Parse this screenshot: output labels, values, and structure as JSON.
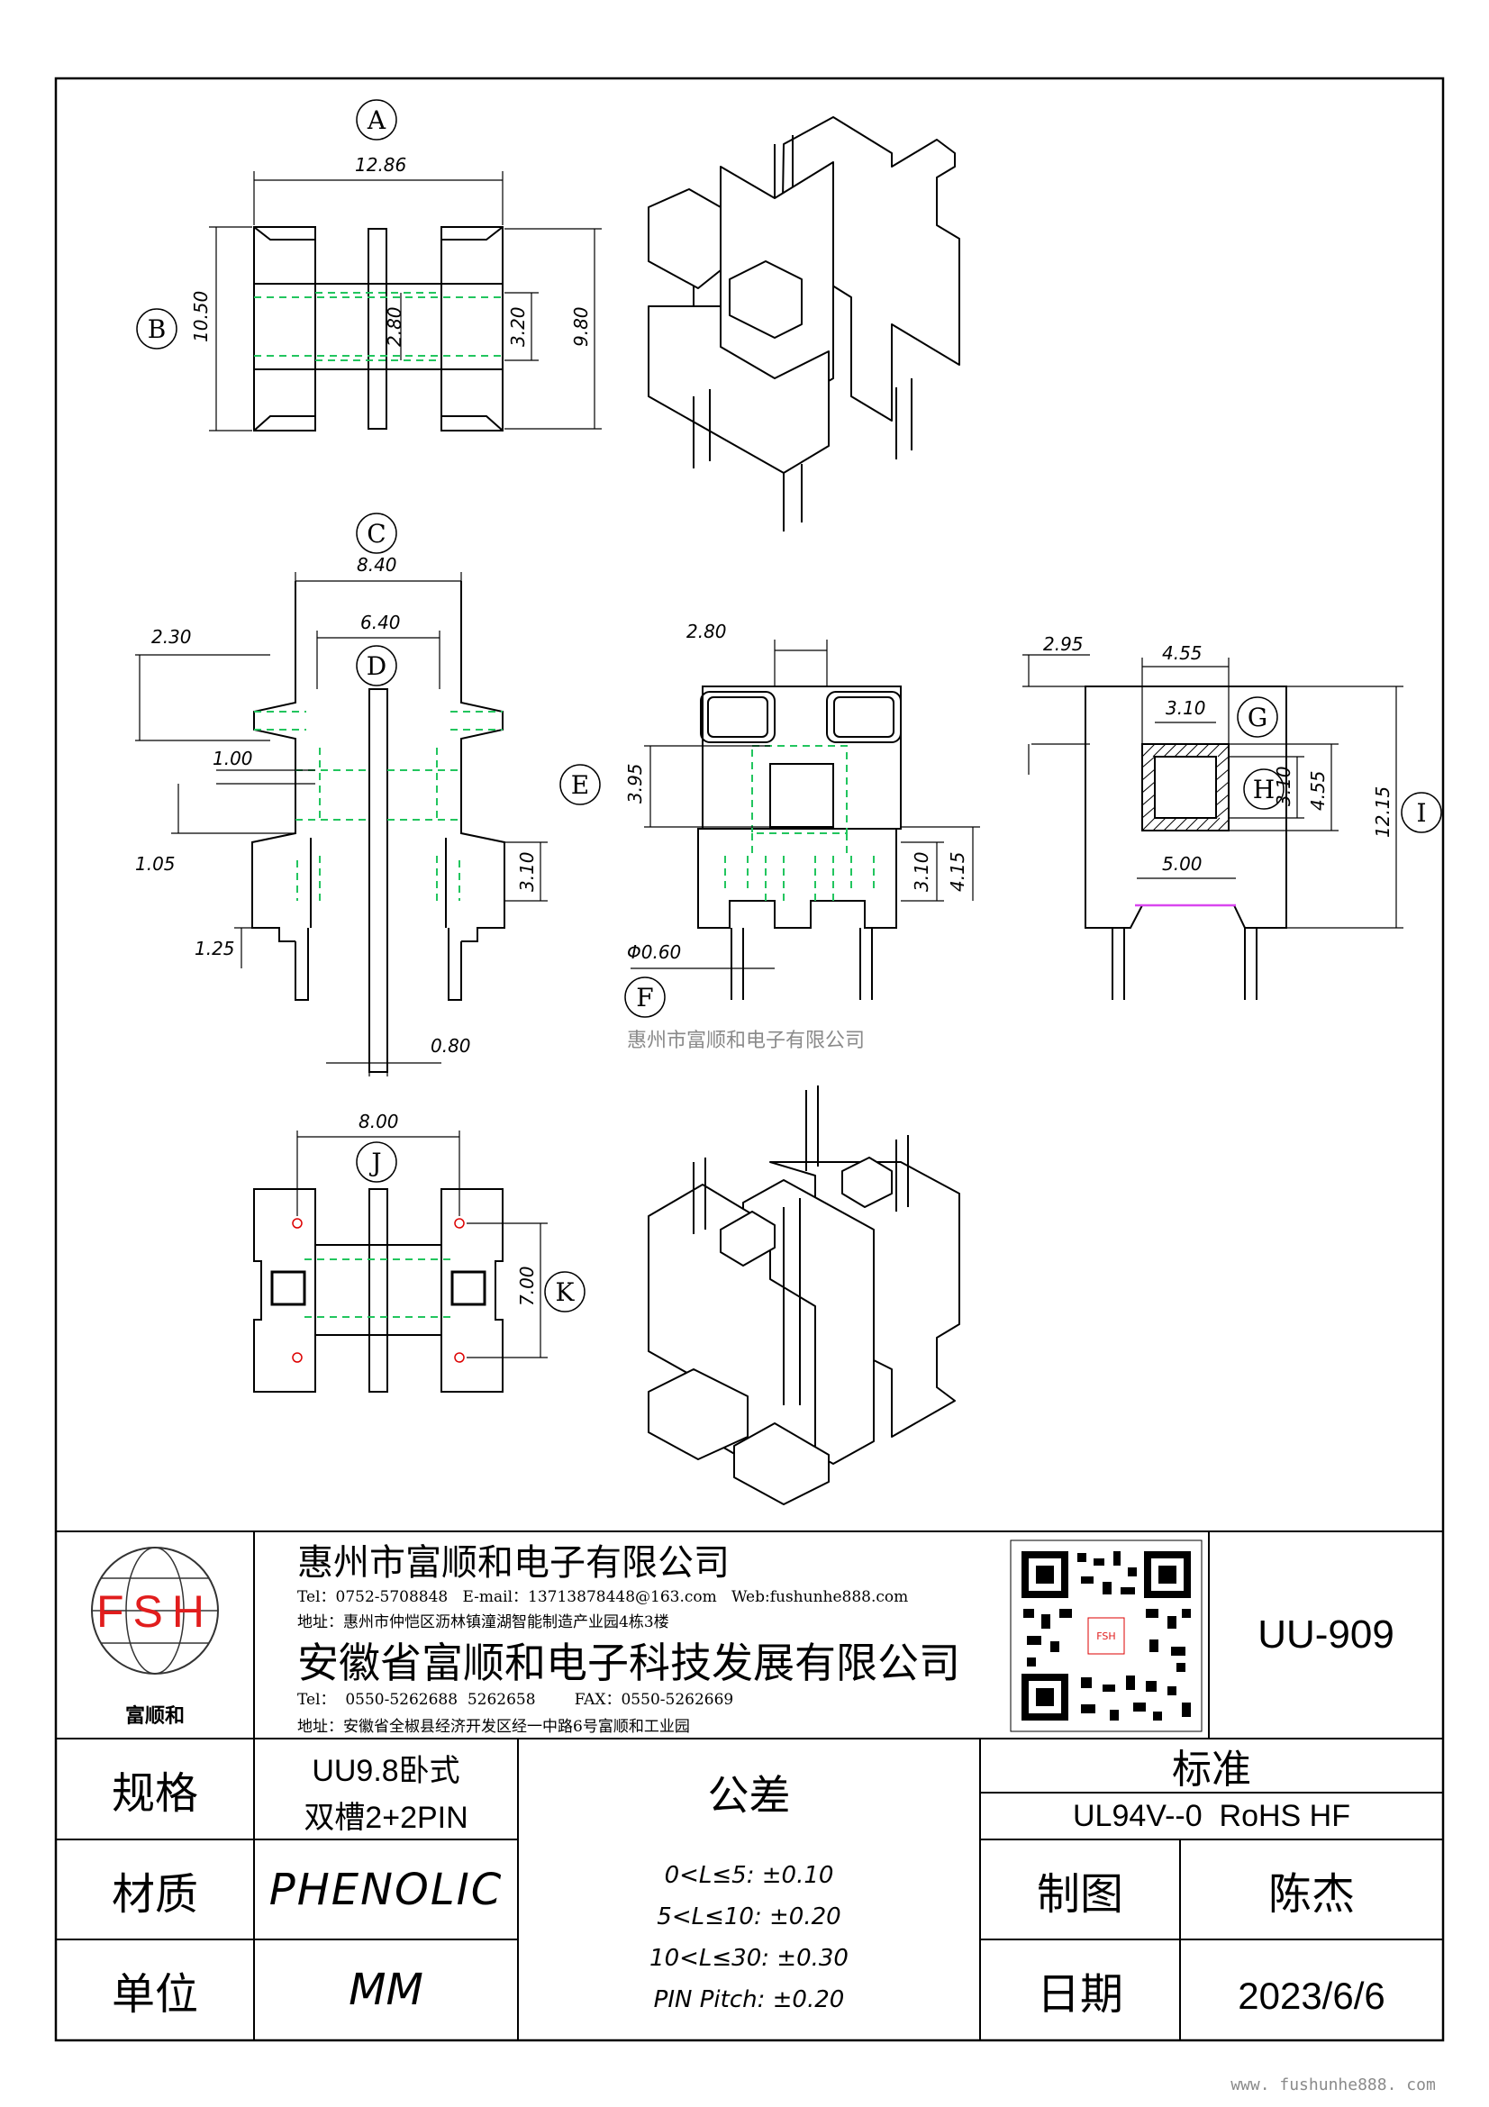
{
  "drawing": {
    "dims": {
      "a_width": "12.86",
      "b_height": "10.50",
      "b_inner": "9.80",
      "b_core": "2.80",
      "b_core2": "3.20",
      "c_width": "8.40",
      "c_inner": "6.40",
      "d_top": "2.30",
      "d_step": "1.00",
      "d_ledge": "1.05",
      "d_foot": "1.25",
      "d_pin": "3.10",
      "d_wall": "0.80",
      "e_gap": "2.80",
      "e_win": "3.95",
      "e_pin1": "3.10",
      "e_pin2": "4.15",
      "f_pin": "Φ0.60",
      "g_top": "2.95",
      "g_w": "4.55",
      "g_in": "3.10",
      "h_in": "3.10",
      "h_out": "4.55",
      "i_h": "12.15",
      "i_span": "5.00",
      "j_w": "8.00",
      "k_h": "7.00"
    },
    "callouts": [
      "A",
      "B",
      "C",
      "D",
      "E",
      "F",
      "G",
      "H",
      "I",
      "J",
      "K"
    ],
    "watermark_center": "惠州市富顺和电子有限公司",
    "watermark_bottom": "www. fushunhe888. com"
  },
  "title_block": {
    "logo_text": "FSH",
    "logo_caption": "富顺和",
    "company1": "惠州市富顺和电子有限公司",
    "company1_contact": "Tel：0752-5708848   E-mail：13713878448@163.com   Web:fushunhe888.com",
    "company1_addr": "地址：惠州市仲恺区沥林镇潼湖智能制造产业园4栋3楼",
    "company2": "安徽省富顺和电子科技发展有限公司",
    "company2_contact": "Tel：  0550-5262688  5262658        FAX：0550-5262669",
    "company2_addr": "地址：安徽省全椒县经济开发区经一中路6号富顺和工业园",
    "qr_label": "FSH",
    "part_no": "UU-909"
  },
  "spec_table": {
    "spec_label": "规格",
    "spec_value_1": "UU9.8卧式",
    "spec_value_2": "双槽2+2PIN",
    "material_label": "材质",
    "material_value": "PHENOLIC",
    "unit_label": "单位",
    "unit_value": "MM",
    "tolerance_label": "公差",
    "tolerances": [
      "0<L≤5: ±0.10",
      "5<L≤10: ±0.20",
      "10<L≤30: ±0.30",
      "PIN Pitch: ±0.20"
    ],
    "standard_label": "标准",
    "standard_value": "UL94V--0  RoHS HF",
    "drawn_label": "制图",
    "drawn_value": "陈杰",
    "date_label": "日期",
    "date_value": "2023/6/6"
  }
}
